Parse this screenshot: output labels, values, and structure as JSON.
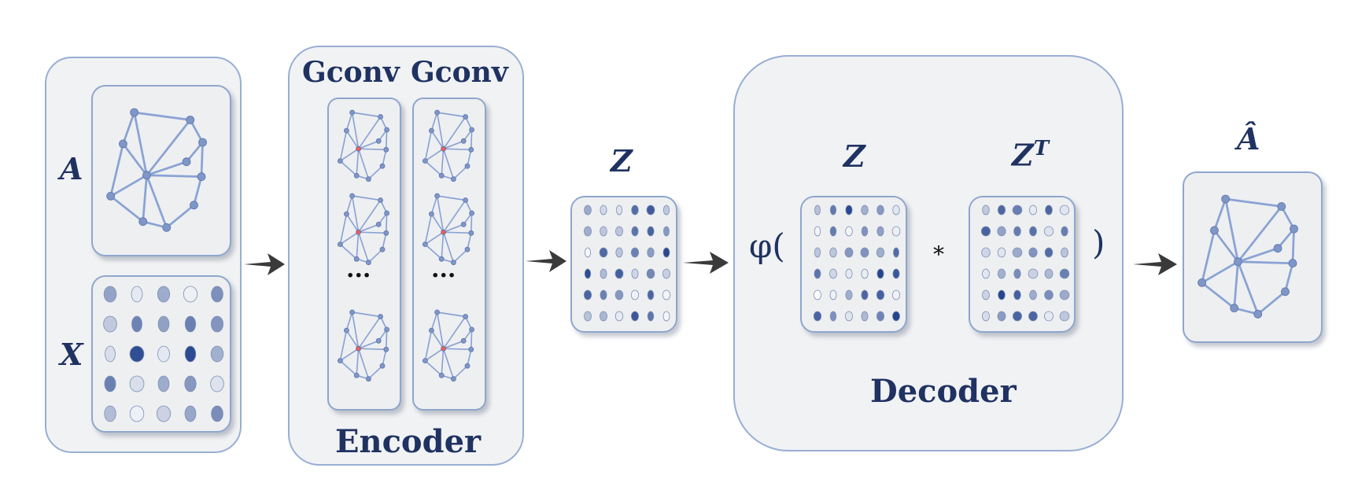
{
  "input": {
    "a_label": "A",
    "x_label": "X"
  },
  "encoder": {
    "gconv_1": "Gconv",
    "gconv_2": "Gconv",
    "ellipsis": "···",
    "title": "Encoder"
  },
  "latent": {
    "z_label": "Z"
  },
  "decoder": {
    "phi_open": "φ(",
    "z_label": "Z",
    "zt_base": "Z",
    "zt_sup": "T",
    "times": "*",
    "close": ")",
    "title": "Decoder"
  },
  "output": {
    "ahat_label": "Â"
  },
  "colors": {
    "node": "#7f96c8",
    "edge": "#8aa3d4",
    "highlight": "#ef5b5b",
    "text": "#1f3261",
    "dark_dot": "#2a4a8f",
    "light_dot": "#ffffff"
  }
}
